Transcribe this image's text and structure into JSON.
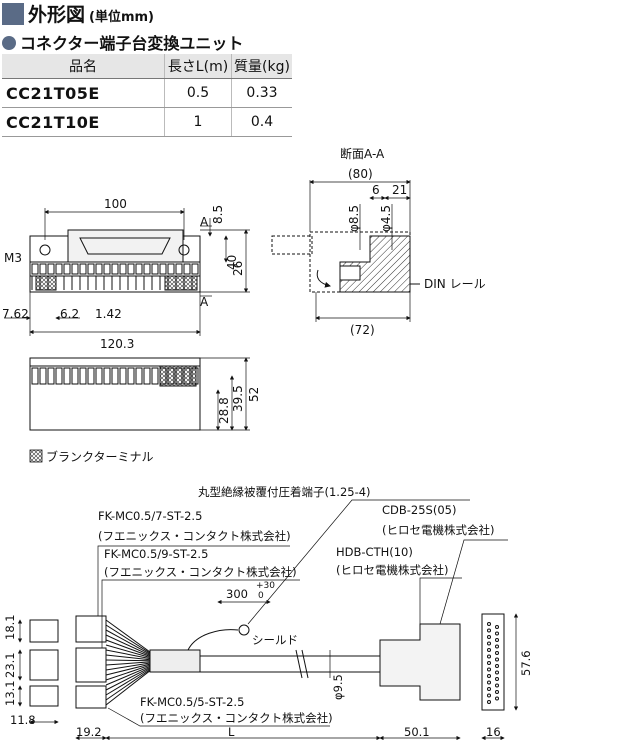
{
  "header": {
    "title": "外形図",
    "unit": "(単位mm)",
    "subtitle": "コネクター端子台変換ユニット"
  },
  "spec_table": {
    "columns": [
      "品名",
      "長さL(m)",
      "質量(kg)"
    ],
    "rows": [
      {
        "model": "CC21T05E",
        "length": "0.5",
        "mass": "0.33"
      },
      {
        "model": "CC21T10E",
        "length": "1",
        "mass": "0.4"
      }
    ]
  },
  "front_view": {
    "dims": {
      "width_top": "100",
      "width_total": "120.3",
      "offset_left": "7.62",
      "pitch": "6.2",
      "gap": "1.42",
      "h_top": "8.5",
      "h_mid": "26",
      "h_total": "40"
    },
    "labels": {
      "screw": "M3",
      "section_mark": "A"
    }
  },
  "bottom_view": {
    "dims": {
      "h1": "28.8",
      "h2": "39.5",
      "h3": "52"
    }
  },
  "section_view": {
    "title": "断面A-A",
    "dims": {
      "overall": "(80)",
      "d6": "6",
      "d21": "21",
      "phi_85": "φ8.5",
      "phi_45": "φ4.5",
      "base": "(72)"
    },
    "rail_label": "DIN レール"
  },
  "legend": {
    "blank_terminal": "ブランクターミナル"
  },
  "cable": {
    "callouts": {
      "ring_terminal": "丸型絶縁被覆付圧着端子(1.25-4)",
      "fk7": "FK-MC0.5/7-ST-2.5",
      "fk7_maker": "(フエニックス・コンタクト株式会社)",
      "fk9": "FK-MC0.5/9-ST-2.5",
      "fk9_maker": "(フエニックス・コンタクト株式会社)",
      "cdb": "CDB-25S(05)",
      "cdb_maker": "(ヒロセ電機株式会社)",
      "hdb": "HDB-CTH(10)",
      "hdb_maker": "(ヒロセ電機株式会社)",
      "fk5": "FK-MC0.5/5-ST-2.5",
      "fk5_maker": "(フエニックス・コンタクト株式会社)",
      "shield": "シールド"
    },
    "dims": {
      "d300": "300",
      "tol_plus": "+30",
      "tol_minus": "0",
      "phi95": "φ9.5",
      "l18": "18.1",
      "l23": "23.1",
      "l13": "13.1",
      "w118": "11.8",
      "w192": "19.2",
      "L": "L",
      "w501": "50.1",
      "w16": "16",
      "h576": "57.6"
    }
  }
}
